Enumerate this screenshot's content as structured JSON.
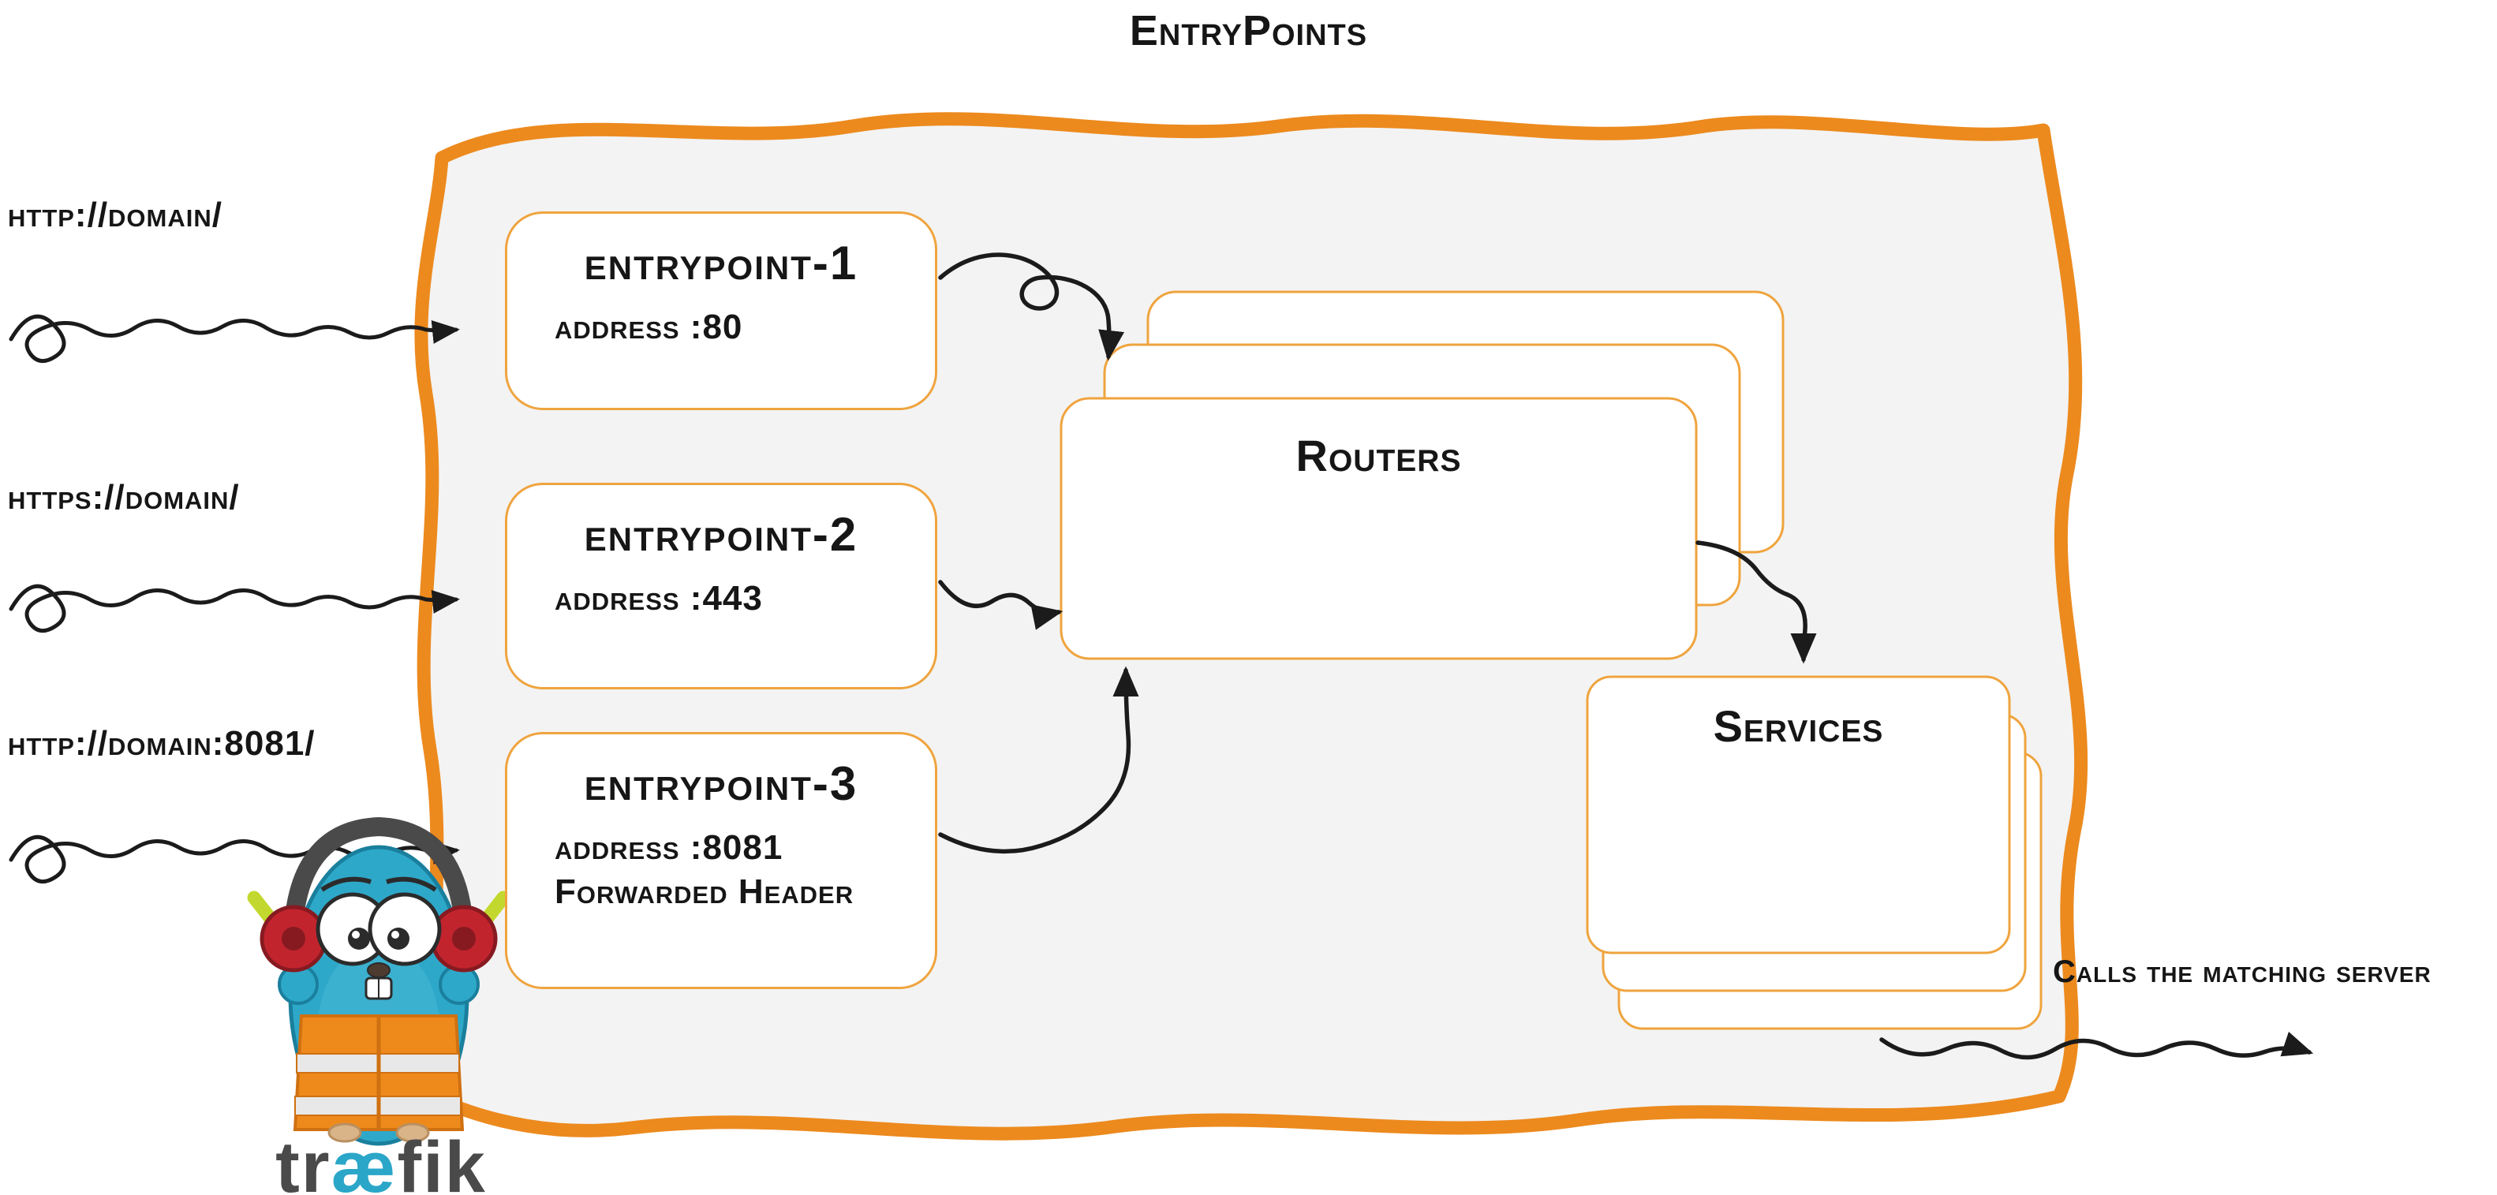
{
  "title": "EntryPoints",
  "inputs": [
    {
      "label": "http://domain/"
    },
    {
      "label": "https://domain/"
    },
    {
      "label": "http://domain:8081/"
    }
  ],
  "entrypoints": [
    {
      "name": "entrypoint-1",
      "lines": [
        "address :80"
      ]
    },
    {
      "name": "entrypoint-2",
      "lines": [
        "address :443"
      ]
    },
    {
      "name": "entrypoint-3",
      "lines": [
        "address :8081",
        "Forwarded Header"
      ]
    }
  ],
  "routers": {
    "label": "Routers"
  },
  "services": {
    "label": "Services"
  },
  "output": {
    "label": "Calls the matching server"
  },
  "logo": {
    "tr": "tr",
    "ae": "æ",
    "fik": "fik"
  },
  "icons": {
    "mascot": "traefik-gopher-mascot",
    "headphones": "headphones-icon",
    "glow_sticks": "glow-stick-icon",
    "safety_vest": "safety-vest-icon"
  },
  "colors": {
    "boundary_orange": "#EC8A1E",
    "box_border_orange": "#EFA43E",
    "boundary_fill": "#F3F3F3",
    "ink": "#1B1B1B",
    "logo_teal": "#2AA6C8",
    "logo_green": "#C3D82E",
    "logo_red": "#C2242E",
    "vest_orange": "#EE8A1C"
  }
}
